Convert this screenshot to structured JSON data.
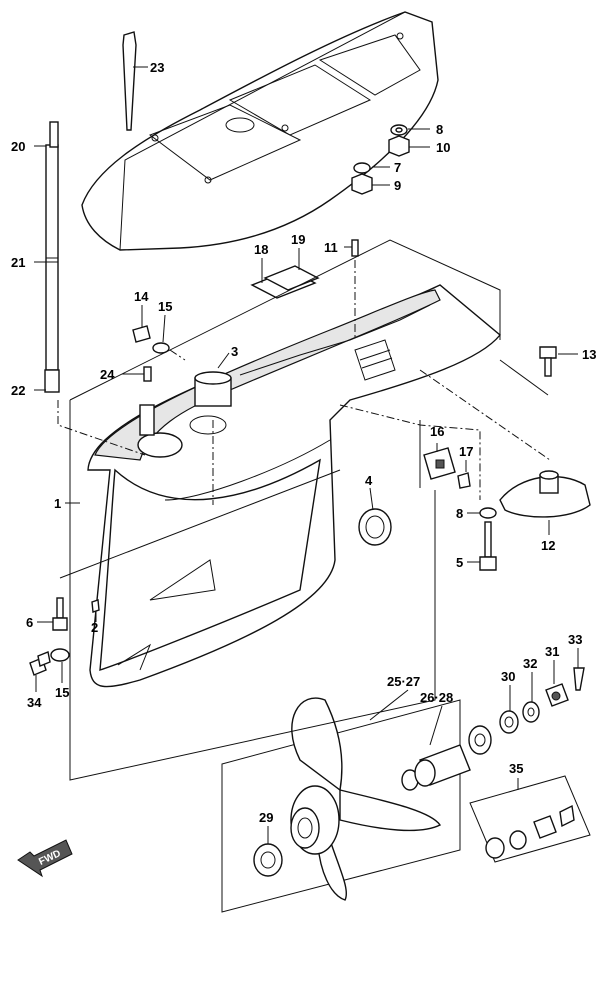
{
  "diagram": {
    "callouts": [
      {
        "id": "c23",
        "text": "23"
      },
      {
        "id": "c20",
        "text": "20"
      },
      {
        "id": "c21",
        "text": "21"
      },
      {
        "id": "c22",
        "text": "22"
      },
      {
        "id": "c8a",
        "text": "8"
      },
      {
        "id": "c10",
        "text": "10"
      },
      {
        "id": "c7",
        "text": "7"
      },
      {
        "id": "c9",
        "text": "9"
      },
      {
        "id": "c18",
        "text": "18"
      },
      {
        "id": "c19",
        "text": "19"
      },
      {
        "id": "c11",
        "text": "11"
      },
      {
        "id": "c14",
        "text": "14"
      },
      {
        "id": "c15a",
        "text": "15"
      },
      {
        "id": "c3",
        "text": "3"
      },
      {
        "id": "c24",
        "text": "24"
      },
      {
        "id": "c13",
        "text": "13"
      },
      {
        "id": "c16",
        "text": "16"
      },
      {
        "id": "c17",
        "text": "17"
      },
      {
        "id": "c1",
        "text": "1"
      },
      {
        "id": "c4",
        "text": "4"
      },
      {
        "id": "c8b",
        "text": "8"
      },
      {
        "id": "c12",
        "text": "12"
      },
      {
        "id": "c5",
        "text": "5"
      },
      {
        "id": "c6",
        "text": "6"
      },
      {
        "id": "c2",
        "text": "2"
      },
      {
        "id": "c33",
        "text": "33"
      },
      {
        "id": "c30",
        "text": "30"
      },
      {
        "id": "c32",
        "text": "32"
      },
      {
        "id": "c31",
        "text": "31"
      },
      {
        "id": "c34",
        "text": "34"
      },
      {
        "id": "c15b",
        "text": "15"
      },
      {
        "id": "c2527",
        "text": "25·27"
      },
      {
        "id": "c2628",
        "text": "26·28"
      },
      {
        "id": "c35",
        "text": "35"
      },
      {
        "id": "c29",
        "text": "29"
      }
    ],
    "fwd_label": "FWD"
  }
}
